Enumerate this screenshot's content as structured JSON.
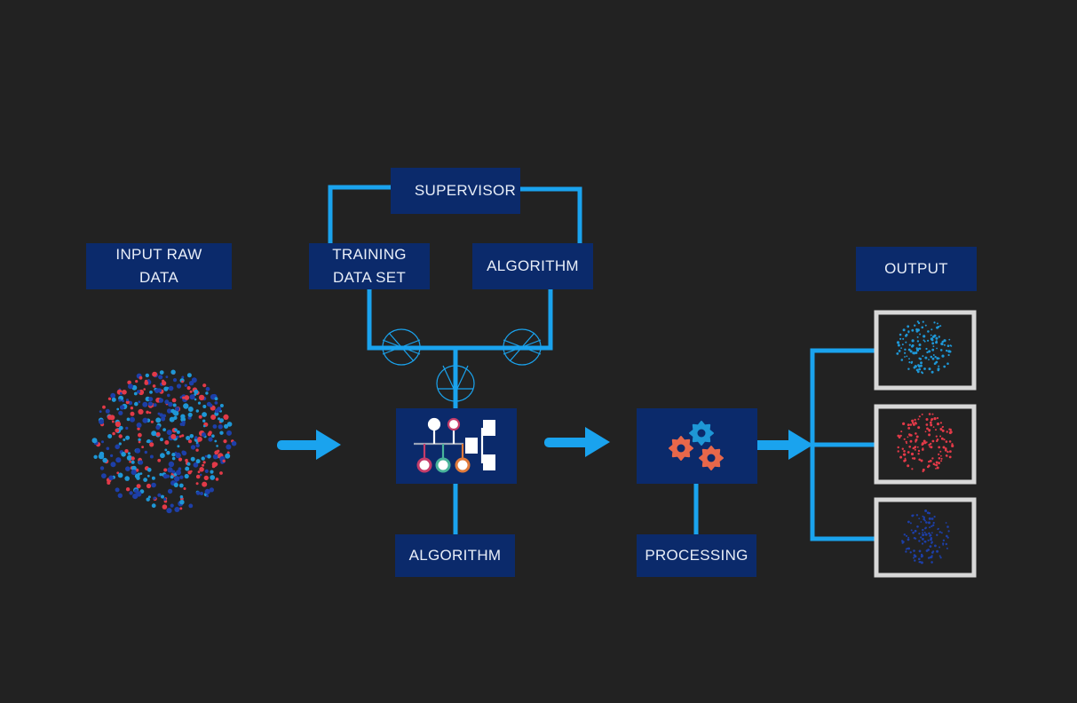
{
  "colors": {
    "background": "#222222",
    "box": "#0b2a6b",
    "connector": "#1aa3ee",
    "red_dot": "#e23a48",
    "blue_dot": "#1e97d6",
    "dark_blue_dot": "#1d3fa8",
    "screen_frame": "#d8d8d8"
  },
  "labels": {
    "input": "INPUT RAW\nDATA",
    "supervisor": "SUPERVISOR",
    "training": "TRAINING\nDATA SET",
    "algorithm_top": "ALGORITHM",
    "algorithm_bottom": "ALGORITHM",
    "processing": "PROCESSING",
    "output": "OUTPUT"
  },
  "icons": {
    "supervisor": "person-icon",
    "funnels": "funnel-icon",
    "algorithm": "algorithm-flowchart-icon",
    "processing": "gears-icon",
    "arrows": "arrow-right-icon"
  }
}
